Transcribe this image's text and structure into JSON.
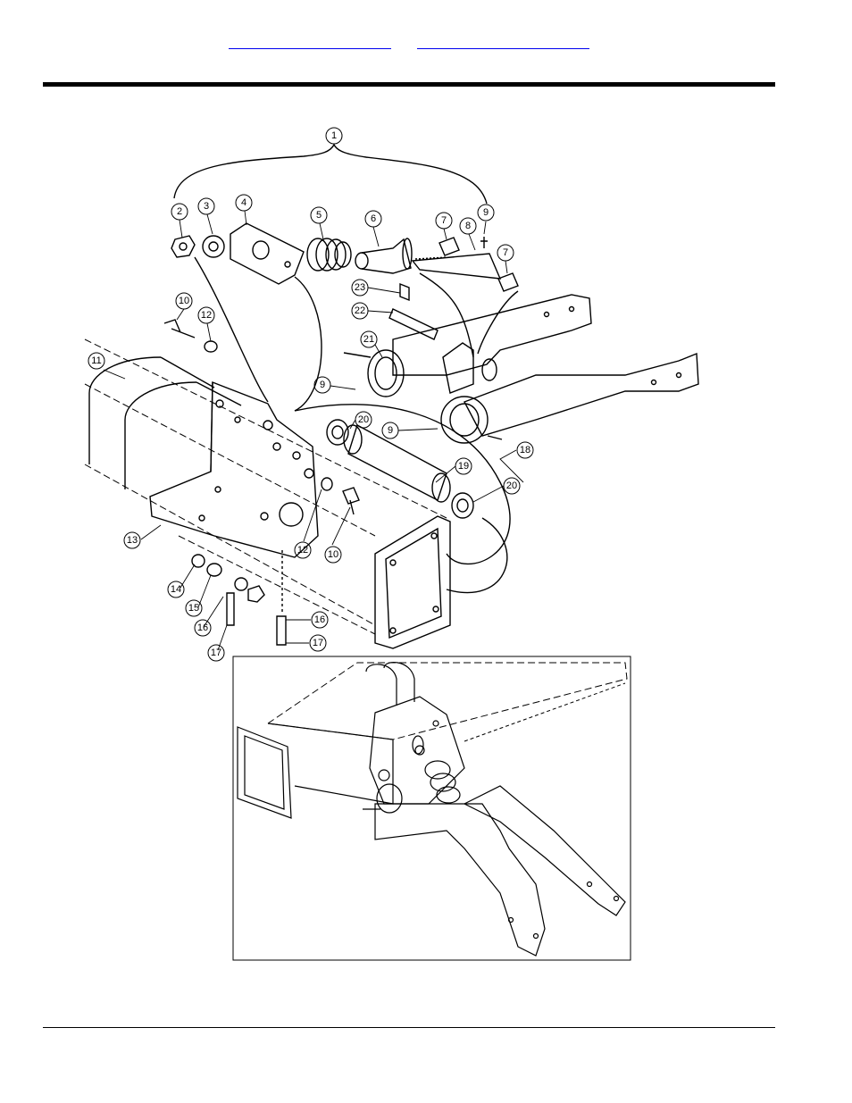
{
  "header": {
    "links": [
      {
        "label": ""
      },
      {
        "label": ""
      }
    ]
  },
  "diagram": {
    "callouts": [
      "1",
      "2",
      "3",
      "4",
      "5",
      "6",
      "7",
      "8",
      "9",
      "7",
      "23",
      "22",
      "10",
      "12",
      "21",
      "11",
      "9",
      "9",
      "20",
      "18",
      "19",
      "20",
      "13",
      "12",
      "10",
      "14",
      "15",
      "16",
      "16",
      "17",
      "17"
    ]
  }
}
